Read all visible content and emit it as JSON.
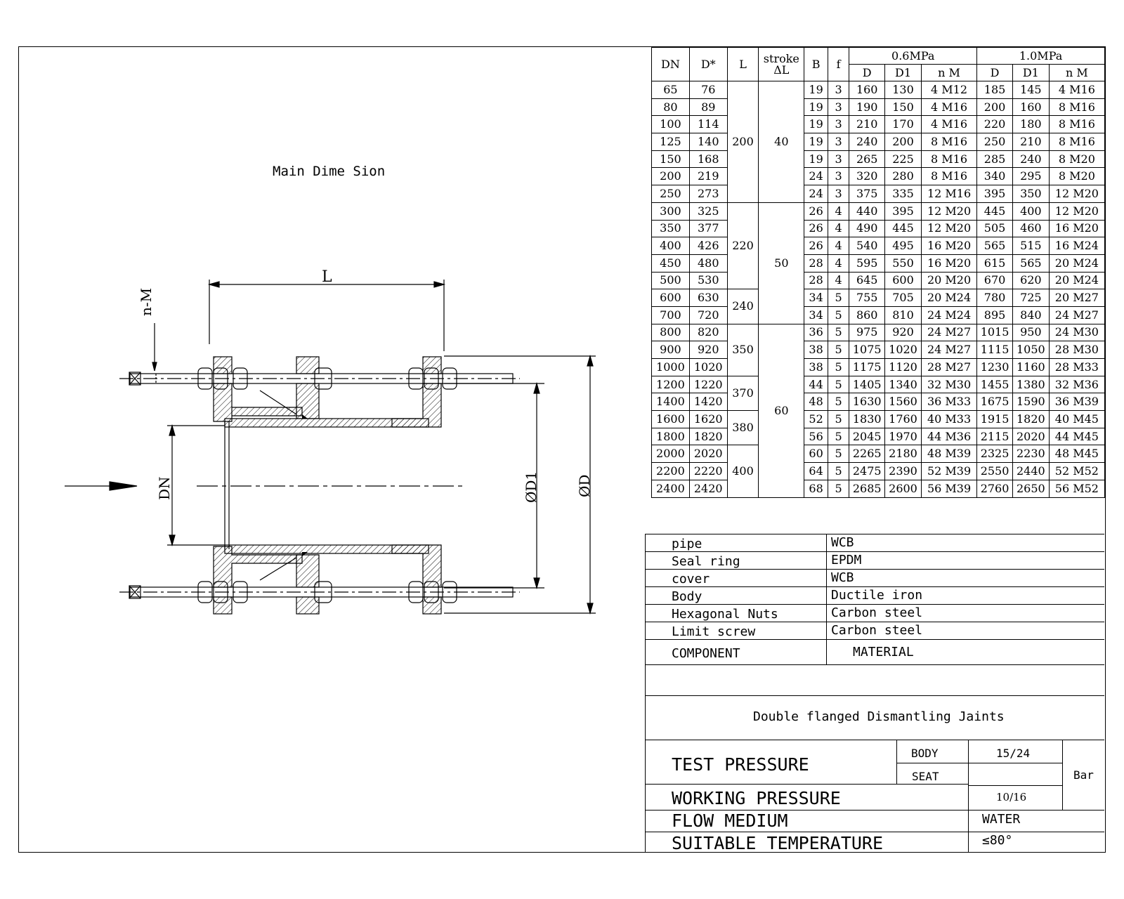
{
  "drawing": {
    "title": "Main Dime Sion",
    "labels": {
      "length": "L",
      "bolts": "n-M",
      "dn": "DN",
      "d1": "ØD1",
      "d": "ØD"
    }
  },
  "dim_table": {
    "head": {
      "dn": "DN",
      "dstar": "D*",
      "l": "L",
      "stroke": "stroke",
      "dl": "ΔL",
      "b": "B",
      "f": "f",
      "p06": "0.6MPa",
      "p10": "1.0MPa",
      "d": "D",
      "d1": "D1",
      "nm": "n M"
    },
    "l_groups": [
      "200",
      "220",
      "240",
      "350",
      "370",
      "380",
      "400"
    ],
    "stroke_groups": [
      "40",
      "50",
      "60"
    ],
    "rows": [
      [
        "65",
        "76",
        "19",
        "3",
        "160",
        "130",
        "4 M12",
        "185",
        "145",
        "4 M16"
      ],
      [
        "80",
        "89",
        "19",
        "3",
        "190",
        "150",
        "4 M16",
        "200",
        "160",
        "8 M16"
      ],
      [
        "100",
        "114",
        "19",
        "3",
        "210",
        "170",
        "4 M16",
        "220",
        "180",
        "8 M16"
      ],
      [
        "125",
        "140",
        "19",
        "3",
        "240",
        "200",
        "8 M16",
        "250",
        "210",
        "8 M16"
      ],
      [
        "150",
        "168",
        "19",
        "3",
        "265",
        "225",
        "8 M16",
        "285",
        "240",
        "8 M20"
      ],
      [
        "200",
        "219",
        "24",
        "3",
        "320",
        "280",
        "8 M16",
        "340",
        "295",
        "8 M20"
      ],
      [
        "250",
        "273",
        "24",
        "3",
        "375",
        "335",
        "12 M16",
        "395",
        "350",
        "12 M20"
      ],
      [
        "300",
        "325",
        "26",
        "4",
        "440",
        "395",
        "12 M20",
        "445",
        "400",
        "12 M20"
      ],
      [
        "350",
        "377",
        "26",
        "4",
        "490",
        "445",
        "12 M20",
        "505",
        "460",
        "16 M20"
      ],
      [
        "400",
        "426",
        "26",
        "4",
        "540",
        "495",
        "16 M20",
        "565",
        "515",
        "16 M24"
      ],
      [
        "450",
        "480",
        "28",
        "4",
        "595",
        "550",
        "16 M20",
        "615",
        "565",
        "20 M24"
      ],
      [
        "500",
        "530",
        "28",
        "4",
        "645",
        "600",
        "20 M20",
        "670",
        "620",
        "20 M24"
      ],
      [
        "600",
        "630",
        "34",
        "5",
        "755",
        "705",
        "20 M24",
        "780",
        "725",
        "20 M27"
      ],
      [
        "700",
        "720",
        "34",
        "5",
        "860",
        "810",
        "24 M24",
        "895",
        "840",
        "24 M27"
      ],
      [
        "800",
        "820",
        "36",
        "5",
        "975",
        "920",
        "24 M27",
        "1015",
        "950",
        "24 M30"
      ],
      [
        "900",
        "920",
        "38",
        "5",
        "1075",
        "1020",
        "24 M27",
        "1115",
        "1050",
        "28 M30"
      ],
      [
        "1000",
        "1020",
        "38",
        "5",
        "1175",
        "1120",
        "28 M27",
        "1230",
        "1160",
        "28 M33"
      ],
      [
        "1200",
        "1220",
        "44",
        "5",
        "1405",
        "1340",
        "32 M30",
        "1455",
        "1380",
        "32 M36"
      ],
      [
        "1400",
        "1420",
        "48",
        "5",
        "1630",
        "1560",
        "36 M33",
        "1675",
        "1590",
        "36 M39"
      ],
      [
        "1600",
        "1620",
        "52",
        "5",
        "1830",
        "1760",
        "40 M33",
        "1915",
        "1820",
        "40 M45"
      ],
      [
        "1800",
        "1820",
        "56",
        "5",
        "2045",
        "1970",
        "44 M36",
        "2115",
        "2020",
        "44 M45"
      ],
      [
        "2000",
        "2020",
        "60",
        "5",
        "2265",
        "2180",
        "48 M39",
        "2325",
        "2230",
        "48 M45"
      ],
      [
        "2200",
        "2220",
        "64",
        "5",
        "2475",
        "2390",
        "52 M39",
        "2550",
        "2440",
        "52 M52"
      ],
      [
        "2400",
        "2420",
        "68",
        "5",
        "2685",
        "2600",
        "56 M39",
        "2760",
        "2650",
        "56 M52"
      ]
    ]
  },
  "materials": {
    "rows": [
      [
        "pipe",
        "WCB"
      ],
      [
        "Seal ring",
        "EPDM"
      ],
      [
        "cover",
        "WCB"
      ],
      [
        "Body",
        "Ductile iron"
      ],
      [
        "Hexagonal Nuts",
        "Carbon steel"
      ],
      [
        "Limit screw",
        "Carbon steel"
      ]
    ],
    "component_header": "COMPONENT",
    "material_header": "MATERIAL"
  },
  "title_block": {
    "product": "Double flanged Dismantling Jaints",
    "test_pressure": "TEST PRESSURE",
    "body": "BODY",
    "seat": "SEAT",
    "body_value": "15/24",
    "unit": "Bar",
    "working_pressure": "WORKING PRESSURE",
    "working_value": "10/16",
    "flow_medium": "FLOW MEDIUM",
    "flow_value": "WATER",
    "suitable_temperature": "SUITABLE TEMPERATURE",
    "temperature_value": "≤80°"
  }
}
